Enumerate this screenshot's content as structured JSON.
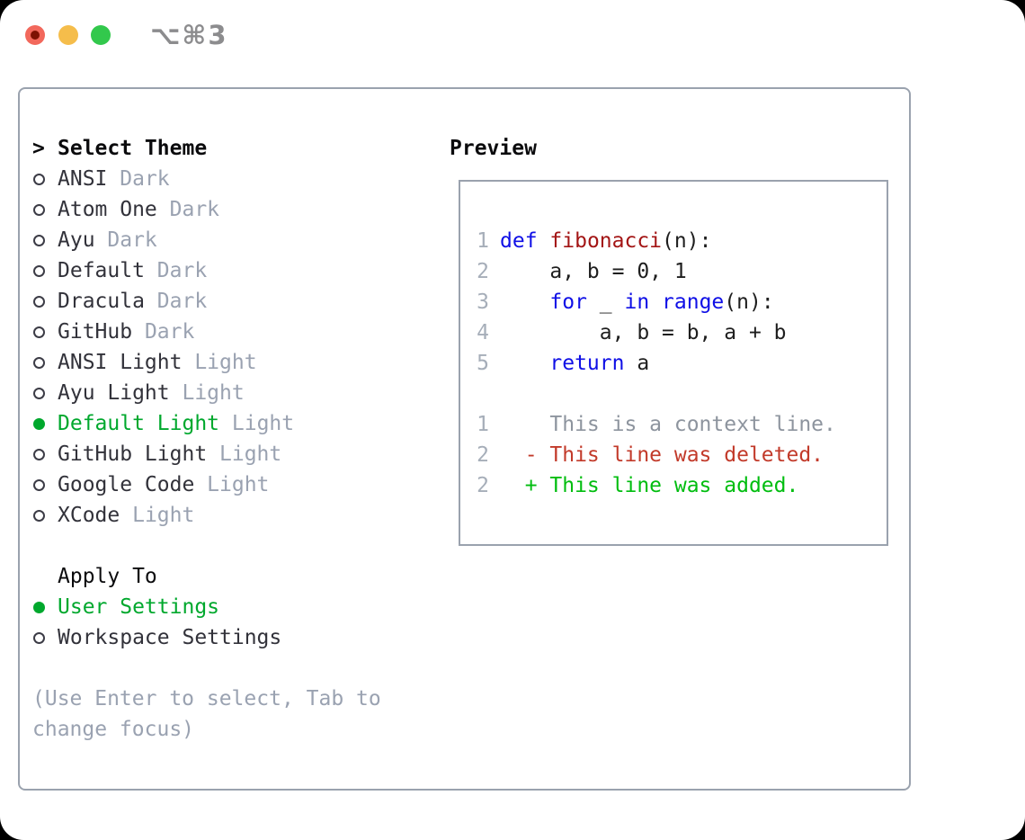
{
  "titlebar": {
    "shortcut": "⌥⌘3"
  },
  "theme_list": {
    "header_marker": ">",
    "header": "Select Theme",
    "items": [
      {
        "name": "ANSI",
        "variant": "Dark",
        "selected": false
      },
      {
        "name": "Atom One",
        "variant": "Dark",
        "selected": false
      },
      {
        "name": "Ayu",
        "variant": "Dark",
        "selected": false
      },
      {
        "name": "Default",
        "variant": "Dark",
        "selected": false
      },
      {
        "name": "Dracula",
        "variant": "Dark",
        "selected": false
      },
      {
        "name": "GitHub",
        "variant": "Dark",
        "selected": false
      },
      {
        "name": "ANSI Light",
        "variant": "Light",
        "selected": false
      },
      {
        "name": "Ayu Light",
        "variant": "Light",
        "selected": false
      },
      {
        "name": "Default Light",
        "variant": "Light",
        "selected": true
      },
      {
        "name": "GitHub Light",
        "variant": "Light",
        "selected": false
      },
      {
        "name": "Google Code",
        "variant": "Light",
        "selected": false
      },
      {
        "name": "XCode",
        "variant": "Light",
        "selected": false
      }
    ]
  },
  "apply_to": {
    "header": "Apply To",
    "options": [
      {
        "label": "User Settings",
        "selected": true
      },
      {
        "label": "Workspace Settings",
        "selected": false
      }
    ]
  },
  "help": {
    "line1": "(Use Enter to select, Tab to",
    "line2": "change focus)"
  },
  "preview": {
    "header": "Preview",
    "code_lines": [
      {
        "num": "1",
        "segments": [
          {
            "t": "def",
            "c": "k"
          },
          {
            "t": " ",
            "c": "p"
          },
          {
            "t": "fibonacci",
            "c": "f"
          },
          {
            "t": "(n):",
            "c": "p"
          }
        ]
      },
      {
        "num": "2",
        "segments": [
          {
            "t": "    a, b = 0, 1",
            "c": "p"
          }
        ]
      },
      {
        "num": "3",
        "segments": [
          {
            "t": "    ",
            "c": "p"
          },
          {
            "t": "for",
            "c": "k"
          },
          {
            "t": " _ ",
            "c": "p"
          },
          {
            "t": "in",
            "c": "k"
          },
          {
            "t": " ",
            "c": "p"
          },
          {
            "t": "range",
            "c": "k"
          },
          {
            "t": "(n):",
            "c": "p"
          }
        ]
      },
      {
        "num": "4",
        "segments": [
          {
            "t": "        a, b = b, a + b",
            "c": "p"
          }
        ]
      },
      {
        "num": "5",
        "segments": [
          {
            "t": "    ",
            "c": "p"
          },
          {
            "t": "return",
            "c": "k"
          },
          {
            "t": " a",
            "c": "p"
          }
        ]
      },
      {
        "num": "",
        "segments": []
      },
      {
        "num": "1",
        "segments": [
          {
            "t": "    This is a context line.",
            "c": "ctx"
          }
        ]
      },
      {
        "num": "2",
        "segments": [
          {
            "t": "  - This line was deleted.",
            "c": "del"
          }
        ]
      },
      {
        "num": "2",
        "segments": [
          {
            "t": "  + This line was added.",
            "c": "add"
          }
        ]
      }
    ]
  },
  "colors": {
    "tl_red": "#f2685c",
    "tl_red_dot": "#7e1103",
    "tl_yellow": "#f5bd4b",
    "tl_green": "#32c84c",
    "shortcut_gray": "#8c8c8e",
    "panel_border": "#9aa2ae",
    "header_black": "#0b0b0d",
    "name_dark": "#32323a",
    "muted_gray": "#9aa2b1",
    "radio_ring": "#3c3c46",
    "select_green": "#00a82d",
    "line_num": "#a6aeb9",
    "code_plain": "#1e1e1e",
    "kw_blue": "#0f0fe6",
    "fn_red": "#a31515",
    "ctx_gray": "#8d949e",
    "del_red": "#c23a2a",
    "add_green": "#00bd0f"
  }
}
